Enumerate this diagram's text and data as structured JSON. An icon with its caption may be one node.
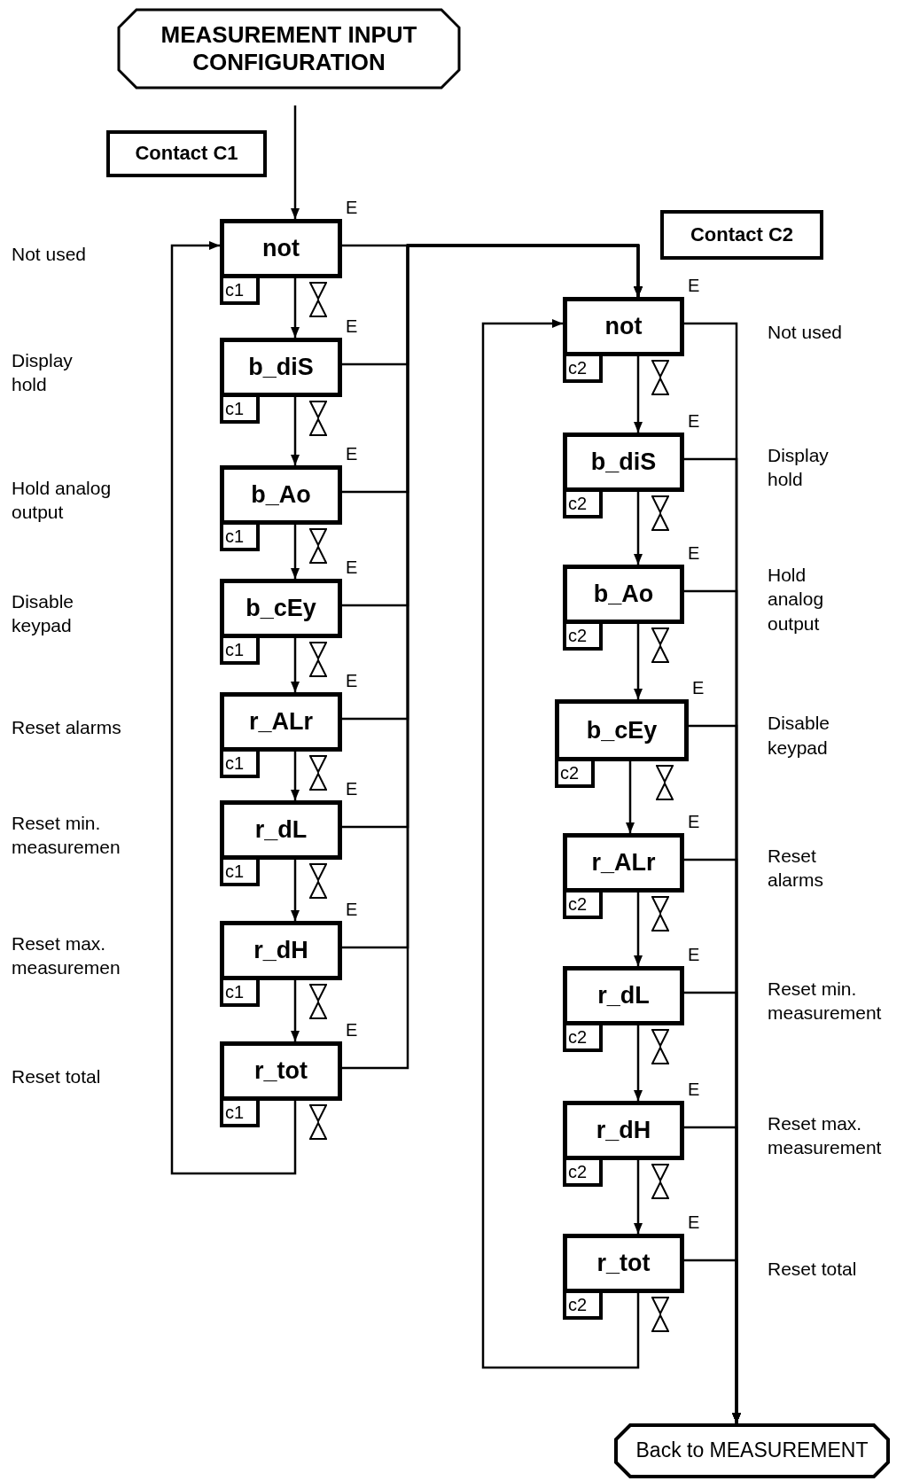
{
  "diagram": {
    "nodes": [
      {
        "text": [
          "MEASUREMENT INPUT CONFIGURATION"
        ]
      },
      {
        "text": [
          "Contact C1"
        ]
      },
      {
        "text": [
          "not"
        ],
        "beside": [
          "E"
        ]
      },
      {
        "text": [
          "c1"
        ]
      },
      {
        "text": [
          "b_diS"
        ],
        "beside": [
          "E"
        ]
      },
      {
        "text": [
          "c1"
        ]
      },
      {
        "text": [
          "b_Ao"
        ],
        "beside": [
          "E"
        ]
      },
      {
        "text": [
          "c1"
        ]
      },
      {
        "text": [
          "b_cEy"
        ],
        "beside": [
          "E"
        ]
      },
      {
        "text": [
          "c1"
        ]
      },
      {
        "text": [
          "r_ALr"
        ],
        "beside": [
          "E"
        ]
      },
      {
        "text": [
          "c1"
        ]
      },
      {
        "text": [
          "r_dL"
        ],
        "beside": [
          "E"
        ]
      },
      {
        "text": [
          "c1"
        ]
      },
      {
        "text": [
          "r_dH"
        ],
        "beside": [
          "E"
        ]
      },
      {
        "text": [
          "c1"
        ]
      },
      {
        "text": [
          "r_tot"
        ],
        "beside": [
          "E"
        ]
      },
      {
        "text": [
          "c1"
        ]
      },
      {
        "text": [
          "Contact C2"
        ]
      },
      {
        "text": [
          "not"
        ],
        "beside": [
          "E"
        ]
      },
      {
        "text": [
          "c2"
        ]
      },
      {
        "text": [
          "b_diS"
        ],
        "beside": [
          "E"
        ]
      },
      {
        "text": [
          "c2"
        ]
      },
      {
        "text": [
          "b_Ao"
        ],
        "beside": [
          "E"
        ]
      },
      {
        "text": [
          "c2"
        ]
      },
      {
        "text": [
          "b_cEy"
        ],
        "beside": [
          "E"
        ]
      },
      {
        "text": [
          "c2"
        ]
      },
      {
        "text": [
          "r_ALr"
        ],
        "beside": [
          "E"
        ]
      },
      {
        "text": [
          "c2"
        ]
      },
      {
        "text": [
          "r_dL"
        ],
        "beside": [
          "E"
        ]
      },
      {
        "text": [
          "c2"
        ]
      },
      {
        "text": [
          "r_dH"
        ],
        "beside": [
          "E"
        ]
      },
      {
        "text": [
          "c2"
        ]
      },
      {
        "text": [
          "r_tot"
        ],
        "beside": [
          "E"
        ]
      },
      {
        "text": [
          "c2"
        ]
      },
      {
        "text": [
          "Back to MEASUREMENT"
        ]
      }
    ],
    "edges": [
      {
        "from": 0,
        "to": 2,
        "arrow": "to"
      },
      {
        "from": 2,
        "to": 4,
        "arrow": "to"
      },
      {
        "from": 4,
        "to": 6,
        "arrow": "to"
      },
      {
        "from": 6,
        "to": 8,
        "arrow": "to"
      },
      {
        "from": 8,
        "to": 10,
        "arrow": "to"
      },
      {
        "from": 10,
        "to": 12,
        "arrow": "to"
      },
      {
        "from": 12,
        "to": 14,
        "arrow": "to"
      },
      {
        "from": 14,
        "to": 16,
        "arrow": "to"
      },
      {
        "from": 16,
        "to": 2,
        "arrow": "to"
      },
      {
        "from": 2,
        "to": 19,
        "arrow": "to"
      },
      {
        "from": 4,
        "to": 19,
        "arrow": "to"
      },
      {
        "from": 6,
        "to": 19,
        "arrow": "to"
      },
      {
        "from": 8,
        "to": 19,
        "arrow": "to"
      },
      {
        "from": 10,
        "to": 19,
        "arrow": "to"
      },
      {
        "from": 12,
        "to": 19,
        "arrow": "to"
      },
      {
        "from": 14,
        "to": 19,
        "arrow": "to"
      },
      {
        "from": 16,
        "to": 19,
        "arrow": "to"
      },
      {
        "from": 19,
        "to": 21,
        "arrow": "to"
      },
      {
        "from": 21,
        "to": 23,
        "arrow": "to"
      },
      {
        "from": 23,
        "to": 25,
        "arrow": "to"
      },
      {
        "from": 25,
        "to": 27,
        "arrow": "to"
      },
      {
        "from": 27,
        "to": 29,
        "arrow": "to"
      },
      {
        "from": 29,
        "to": 31,
        "arrow": "to"
      },
      {
        "from": 31,
        "to": 33,
        "arrow": "to"
      },
      {
        "from": 33,
        "to": 19,
        "arrow": "to"
      },
      {
        "from": 19,
        "to": 35,
        "arrow": "to"
      },
      {
        "from": 21,
        "to": 35,
        "arrow": "to"
      },
      {
        "from": 23,
        "to": 35,
        "arrow": "to"
      },
      {
        "from": 25,
        "to": 35,
        "arrow": "to"
      },
      {
        "from": 27,
        "to": 35,
        "arrow": "to"
      },
      {
        "from": 29,
        "to": 35,
        "arrow": "to"
      },
      {
        "from": 31,
        "to": 35,
        "arrow": "to"
      },
      {
        "from": 33,
        "to": 35,
        "arrow": "to"
      }
    ],
    "labels": [
      "Not used",
      "Display hold",
      "Hold analog output",
      "Disable keypad",
      "Reset alarms",
      "Reset min. measuremen",
      "Reset max. measuremen",
      "Reset total",
      "Not used",
      "Display hold",
      "Hold analog output",
      "Disable keypad",
      "Reset alarms",
      "Reset min. measurement",
      "Reset max. measurement",
      "Reset total"
    ]
  }
}
